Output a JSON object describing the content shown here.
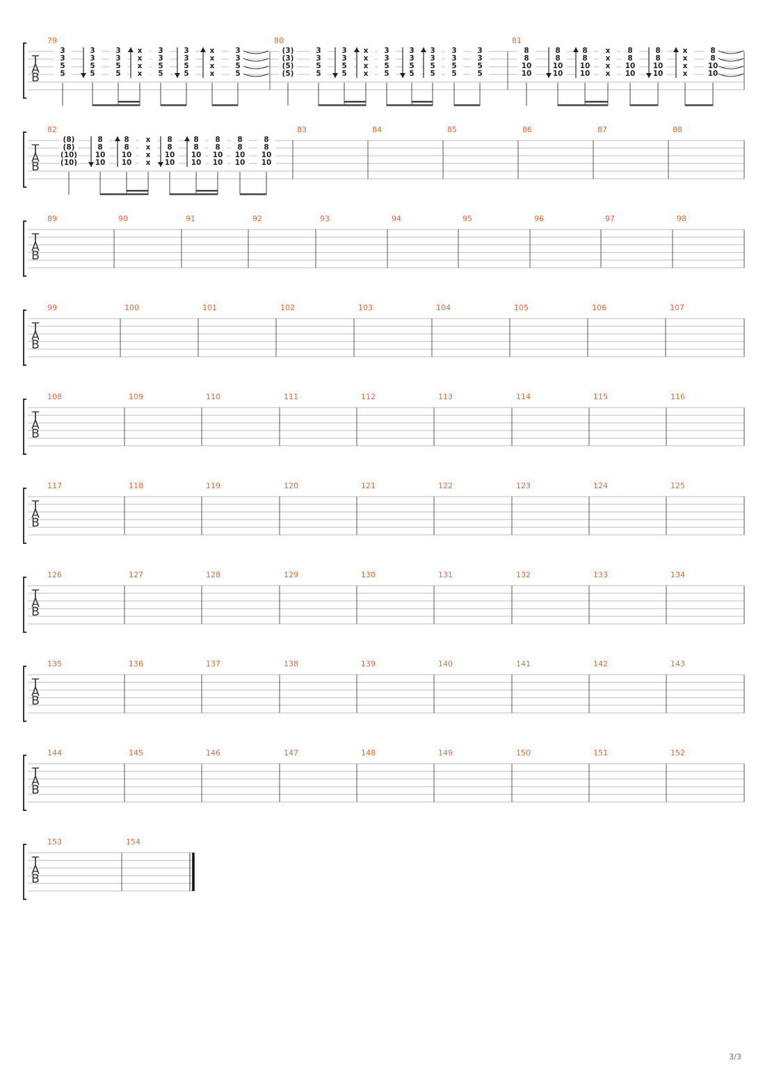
{
  "colors": {
    "measure_number": "#e8662e",
    "staff_line": "#bbbbbb",
    "bar_line": "#555555",
    "note_text": "#222222"
  },
  "clef": [
    "T",
    "A",
    "B"
  ],
  "page_number": "3/3",
  "systems": [
    {
      "measures": [
        {
          "number": "79",
          "beats": [
            {
              "notes": [
                "3",
                "3",
                "5",
                "5"
              ],
              "stroke": ""
            },
            {
              "notes": [
                "3",
                "3",
                "5",
                "5"
              ],
              "stroke": "down"
            },
            {
              "notes": [
                "3",
                "3",
                "5",
                "5"
              ],
              "stroke": ""
            },
            {
              "notes": [
                "x",
                "x",
                "x",
                "x"
              ],
              "stroke": "up"
            },
            {
              "notes": [
                "3",
                "3",
                "5",
                "5"
              ],
              "stroke": ""
            },
            {
              "notes": [
                "3",
                "3",
                "5",
                "5"
              ],
              "stroke": "down"
            },
            {
              "notes": [
                "x",
                "x",
                "x",
                "x"
              ],
              "stroke": "up"
            },
            {
              "notes": [
                "3",
                "3",
                "5",
                "5"
              ],
              "stroke": "",
              "tie": true
            }
          ]
        },
        {
          "number": "80",
          "beats": [
            {
              "notes": [
                "(3)",
                "(3)",
                "(5)",
                "(5)"
              ],
              "stroke": ""
            },
            {
              "notes": [
                "3",
                "3",
                "5",
                "5"
              ],
              "stroke": ""
            },
            {
              "notes": [
                "3",
                "3",
                "5",
                "5"
              ],
              "stroke": "down"
            },
            {
              "notes": [
                "x",
                "x",
                "x",
                "x"
              ],
              "stroke": "up"
            },
            {
              "notes": [
                "3",
                "3",
                "5",
                "5"
              ],
              "stroke": ""
            },
            {
              "notes": [
                "3",
                "3",
                "5",
                "5"
              ],
              "stroke": "down"
            },
            {
              "notes": [
                "3",
                "3",
                "5",
                "5"
              ],
              "stroke": "up"
            },
            {
              "notes": [
                "3",
                "3",
                "5",
                "5"
              ],
              "stroke": ""
            },
            {
              "notes": [
                "3",
                "3",
                "5",
                "5"
              ],
              "stroke": ""
            }
          ]
        },
        {
          "number": "81",
          "beats": [
            {
              "notes": [
                "8",
                "8",
                "10",
                "10"
              ],
              "stroke": ""
            },
            {
              "notes": [
                "8",
                "8",
                "10",
                "10"
              ],
              "stroke": "down"
            },
            {
              "notes": [
                "8",
                "8",
                "10",
                "10"
              ],
              "stroke": "up"
            },
            {
              "notes": [
                "x",
                "x",
                "x",
                "x"
              ],
              "stroke": ""
            },
            {
              "notes": [
                "8",
                "8",
                "10",
                "10"
              ],
              "stroke": ""
            },
            {
              "notes": [
                "8",
                "8",
                "10",
                "10"
              ],
              "stroke": "down"
            },
            {
              "notes": [
                "x",
                "x",
                "x",
                "x"
              ],
              "stroke": "up"
            },
            {
              "notes": [
                "8",
                "8",
                "10",
                "10"
              ],
              "stroke": "",
              "tie": true
            }
          ]
        }
      ]
    },
    {
      "measures": [
        {
          "number": "82",
          "beats": [
            {
              "notes": [
                "(8)",
                "(8)",
                "(10)",
                "(10)"
              ],
              "stroke": ""
            },
            {
              "notes": [
                "8",
                "8",
                "10",
                "10"
              ],
              "stroke": "down"
            },
            {
              "notes": [
                "8",
                "8",
                "10",
                "10"
              ],
              "stroke": "up"
            },
            {
              "notes": [
                "x",
                "x",
                "x",
                "x"
              ],
              "stroke": ""
            },
            {
              "notes": [
                "8",
                "8",
                "10",
                "10"
              ],
              "stroke": "down"
            },
            {
              "notes": [
                "8",
                "8",
                "10",
                "10"
              ],
              "stroke": "up"
            },
            {
              "notes": [
                "8",
                "8",
                "10",
                "10"
              ],
              "stroke": ""
            },
            {
              "notes": [
                "8",
                "8",
                "10",
                "10"
              ],
              "stroke": ""
            },
            {
              "notes": [
                "8",
                "8",
                "10",
                "10"
              ],
              "stroke": ""
            }
          ]
        },
        {
          "number": "83"
        },
        {
          "number": "84"
        },
        {
          "number": "85"
        },
        {
          "number": "86"
        },
        {
          "number": "87"
        },
        {
          "number": "88"
        }
      ]
    },
    {
      "measures": [
        {
          "number": "89"
        },
        {
          "number": "90"
        },
        {
          "number": "91"
        },
        {
          "number": "92"
        },
        {
          "number": "93"
        },
        {
          "number": "94"
        },
        {
          "number": "95"
        },
        {
          "number": "96"
        },
        {
          "number": "97"
        },
        {
          "number": "98"
        }
      ]
    },
    {
      "measures": [
        {
          "number": "99"
        },
        {
          "number": "100"
        },
        {
          "number": "101"
        },
        {
          "number": "102"
        },
        {
          "number": "103"
        },
        {
          "number": "104"
        },
        {
          "number": "105"
        },
        {
          "number": "106"
        },
        {
          "number": "107"
        }
      ]
    },
    {
      "measures": [
        {
          "number": "108"
        },
        {
          "number": "109"
        },
        {
          "number": "110"
        },
        {
          "number": "111"
        },
        {
          "number": "112"
        },
        {
          "number": "113"
        },
        {
          "number": "114"
        },
        {
          "number": "115"
        },
        {
          "number": "116"
        }
      ]
    },
    {
      "measures": [
        {
          "number": "117"
        },
        {
          "number": "118"
        },
        {
          "number": "119"
        },
        {
          "number": "120"
        },
        {
          "number": "121"
        },
        {
          "number": "122"
        },
        {
          "number": "123"
        },
        {
          "number": "124"
        },
        {
          "number": "125"
        }
      ]
    },
    {
      "measures": [
        {
          "number": "126"
        },
        {
          "number": "127"
        },
        {
          "number": "128"
        },
        {
          "number": "129"
        },
        {
          "number": "130"
        },
        {
          "number": "131"
        },
        {
          "number": "132"
        },
        {
          "number": "133"
        },
        {
          "number": "134"
        }
      ]
    },
    {
      "measures": [
        {
          "number": "135"
        },
        {
          "number": "136"
        },
        {
          "number": "137"
        },
        {
          "number": "138"
        },
        {
          "number": "139"
        },
        {
          "number": "140"
        },
        {
          "number": "141"
        },
        {
          "number": "142"
        },
        {
          "number": "143"
        }
      ]
    },
    {
      "measures": [
        {
          "number": "144"
        },
        {
          "number": "145"
        },
        {
          "number": "146"
        },
        {
          "number": "147"
        },
        {
          "number": "148"
        },
        {
          "number": "149"
        },
        {
          "number": "150"
        },
        {
          "number": "151"
        },
        {
          "number": "152"
        }
      ]
    },
    {
      "measures": [
        {
          "number": "153"
        },
        {
          "number": "154"
        }
      ],
      "final_barline": true
    }
  ]
}
